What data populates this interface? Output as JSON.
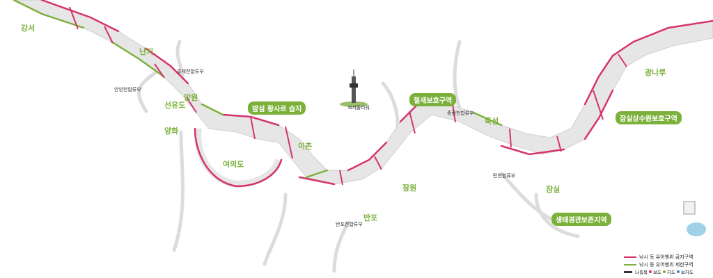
{
  "areas": {
    "gangseo": "강서",
    "nanji": "난지",
    "mangwon": "망원",
    "seonyudo": "선유도",
    "yanghwa": "양화",
    "yeouido": "여의도",
    "ichon": "이촌",
    "jamwon": "잠원",
    "banpo": "반포",
    "ttukseom": "뚝섬",
    "jamsil": "잠실",
    "gwangnaru": "광나루"
  },
  "tags": {
    "bamseom": "밤섬 황사르 습지",
    "cheolsae": "철새보호구역",
    "jamsil_water": "잠실상수원보호구역",
    "eco": "생태경관보존지역"
  },
  "landmarks": {
    "n_tower": "N서울타워",
    "hongje": "홍제천합류부",
    "anyang": "안양천합류부",
    "jungnang": "중랑천합류부",
    "tancheon": "탄천합류부",
    "banpo_cheon": "반포천합류부"
  },
  "legend": {
    "prohibited": "낚시 등 유어행위 금지구역",
    "restricted": "낚시 등 유어행위 제한구역",
    "extra_label": "나들목",
    "walk": "보도",
    "car": "차도",
    "bike": "보차도"
  },
  "colors": {
    "river": "#e6e6e6",
    "prohibited": "#d6336c",
    "restricted": "#7bb13b"
  }
}
